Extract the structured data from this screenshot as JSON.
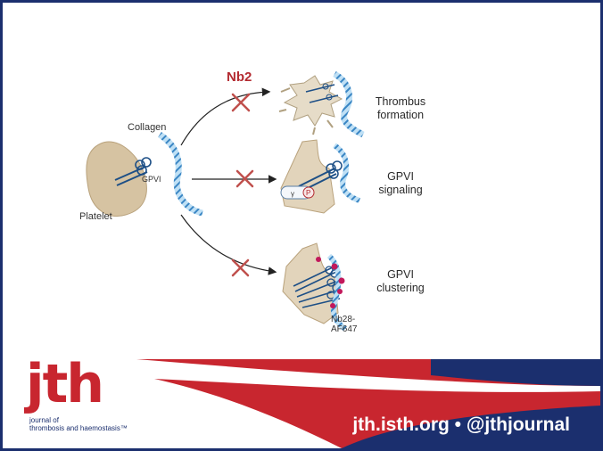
{
  "diagram": {
    "inhibitor_label": "Nb2",
    "labels": {
      "collagen": "Collagen",
      "gpvi": "GPVI",
      "platelet": "Platelet",
      "nanobody": "Nb28-\nAF647",
      "phospho": "P",
      "gamma": "γ"
    },
    "outcomes": [
      {
        "line1": "Thrombus",
        "line2": "formation"
      },
      {
        "line1": "GPVI",
        "line2": "signaling"
      },
      {
        "line1": "GPVI",
        "line2": "clustering"
      }
    ]
  },
  "branding": {
    "logo_text": "jth",
    "logo_subtitle_line1": "journal of",
    "logo_subtitle_line2": "thrombosis and haemostasis™",
    "links": "jth.isth.org • @jthjournal"
  },
  "colors": {
    "navy": "#1b2f6e",
    "red": "#c8262f",
    "inhibit_x": "#c0504d",
    "platelet_fill": "#d6c3a2",
    "collagen": "#4a90c8"
  }
}
